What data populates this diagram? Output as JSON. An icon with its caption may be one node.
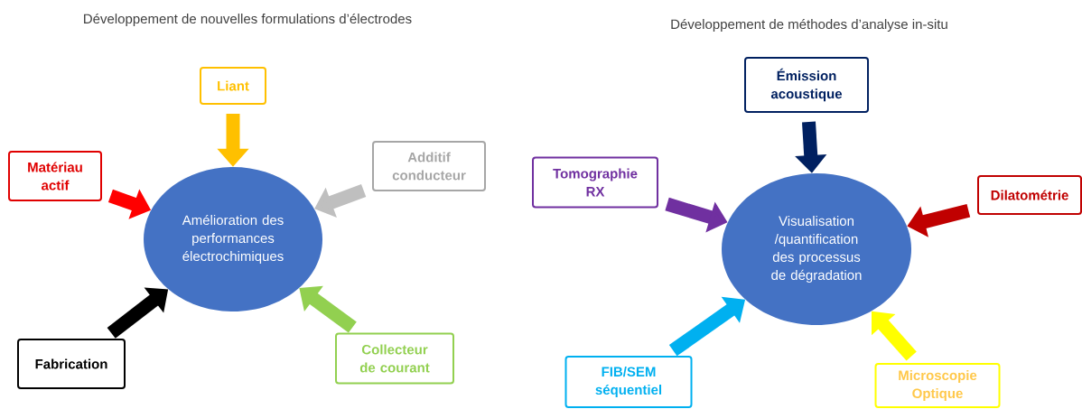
{
  "diagram": {
    "nodes": [
      {
        "text": [
          "Amélioration des performances électrochimiques"
        ]
      },
      {
        "text": [
          "Liant"
        ]
      },
      {
        "text": [
          "Matériau actif"
        ]
      },
      {
        "text": [
          "Additif conducteur"
        ]
      },
      {
        "text": [
          "Fabrication"
        ]
      },
      {
        "text": [
          "Collecteur de courant"
        ]
      },
      {
        "text": [
          "Visualisation /quantification des processus de dégradation"
        ]
      },
      {
        "text": [
          "Émission acoustique"
        ]
      },
      {
        "text": [
          "Tomographie RX"
        ]
      },
      {
        "text": [
          "Dilatométrie"
        ]
      },
      {
        "text": [
          "FIB/SEM séquentiel"
        ]
      },
      {
        "text": [
          "Microscopie Optique"
        ]
      }
    ],
    "edges": [
      {
        "from": 1,
        "to": 0,
        "arrow": "to",
        "color": "#ffc000"
      },
      {
        "from": 2,
        "to": 0,
        "arrow": "to",
        "color": "#ff0000"
      },
      {
        "from": 3,
        "to": 0,
        "arrow": "to",
        "color": "#bfbfbf"
      },
      {
        "from": 4,
        "to": 0,
        "arrow": "to",
        "color": "#000000"
      },
      {
        "from": 5,
        "to": 0,
        "arrow": "to",
        "color": "#92d050"
      },
      {
        "from": 7,
        "to": 6,
        "arrow": "to",
        "color": "#002060"
      },
      {
        "from": 8,
        "to": 6,
        "arrow": "to",
        "color": "#7030a0"
      },
      {
        "from": 9,
        "to": 6,
        "arrow": "to",
        "color": "#c00000"
      },
      {
        "from": 10,
        "to": 6,
        "arrow": "to",
        "color": "#00b0f0"
      },
      {
        "from": 11,
        "to": 6,
        "arrow": "to",
        "color": "#ffff00"
      }
    ],
    "labels": [
      "Développement de nouvelles formulations d’électrodes",
      "Développement de méthodes d’analyse in-situ"
    ]
  }
}
